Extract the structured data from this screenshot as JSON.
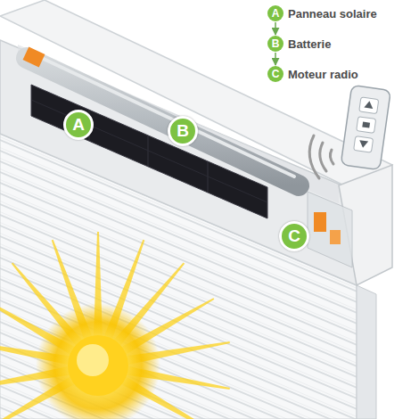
{
  "diagram": {
    "nodes": [
      {
        "text": [
          "A",
          "Panneau solaire"
        ]
      },
      {
        "text": [
          "B",
          "Batterie"
        ]
      },
      {
        "text": [
          "C",
          "Moteur radio"
        ]
      },
      {
        "text": [
          "A"
        ]
      },
      {
        "text": [
          "B"
        ]
      },
      {
        "text": [
          "C"
        ]
      }
    ],
    "edges": [
      {
        "from": 0,
        "to": 1,
        "arrow": "to"
      },
      {
        "from": 1,
        "to": 2,
        "arrow": "to"
      }
    ]
  }
}
